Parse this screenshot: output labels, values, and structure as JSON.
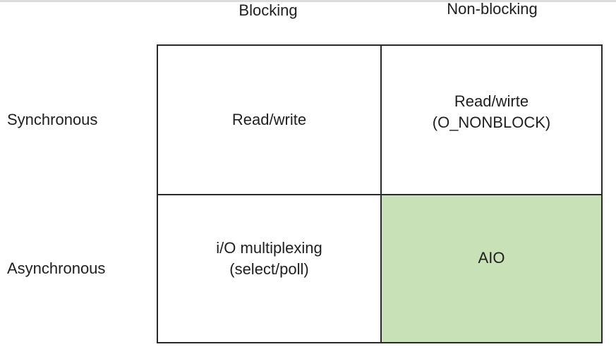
{
  "columns": {
    "blocking": "Blocking",
    "non_blocking": "Non-blocking"
  },
  "rows": {
    "synchronous": "Synchronous",
    "asynchronous": "Asynchronous"
  },
  "cells": {
    "sync_blocking": "Read/write",
    "sync_nonblocking": "Read/wirte\n(O_NONBLOCK)",
    "async_blocking": "i/O multiplexing\n(select/poll)",
    "async_nonblocking": "AIO"
  },
  "colors": {
    "highlight": "#c9e1b6",
    "border": "#2a2a2a"
  }
}
